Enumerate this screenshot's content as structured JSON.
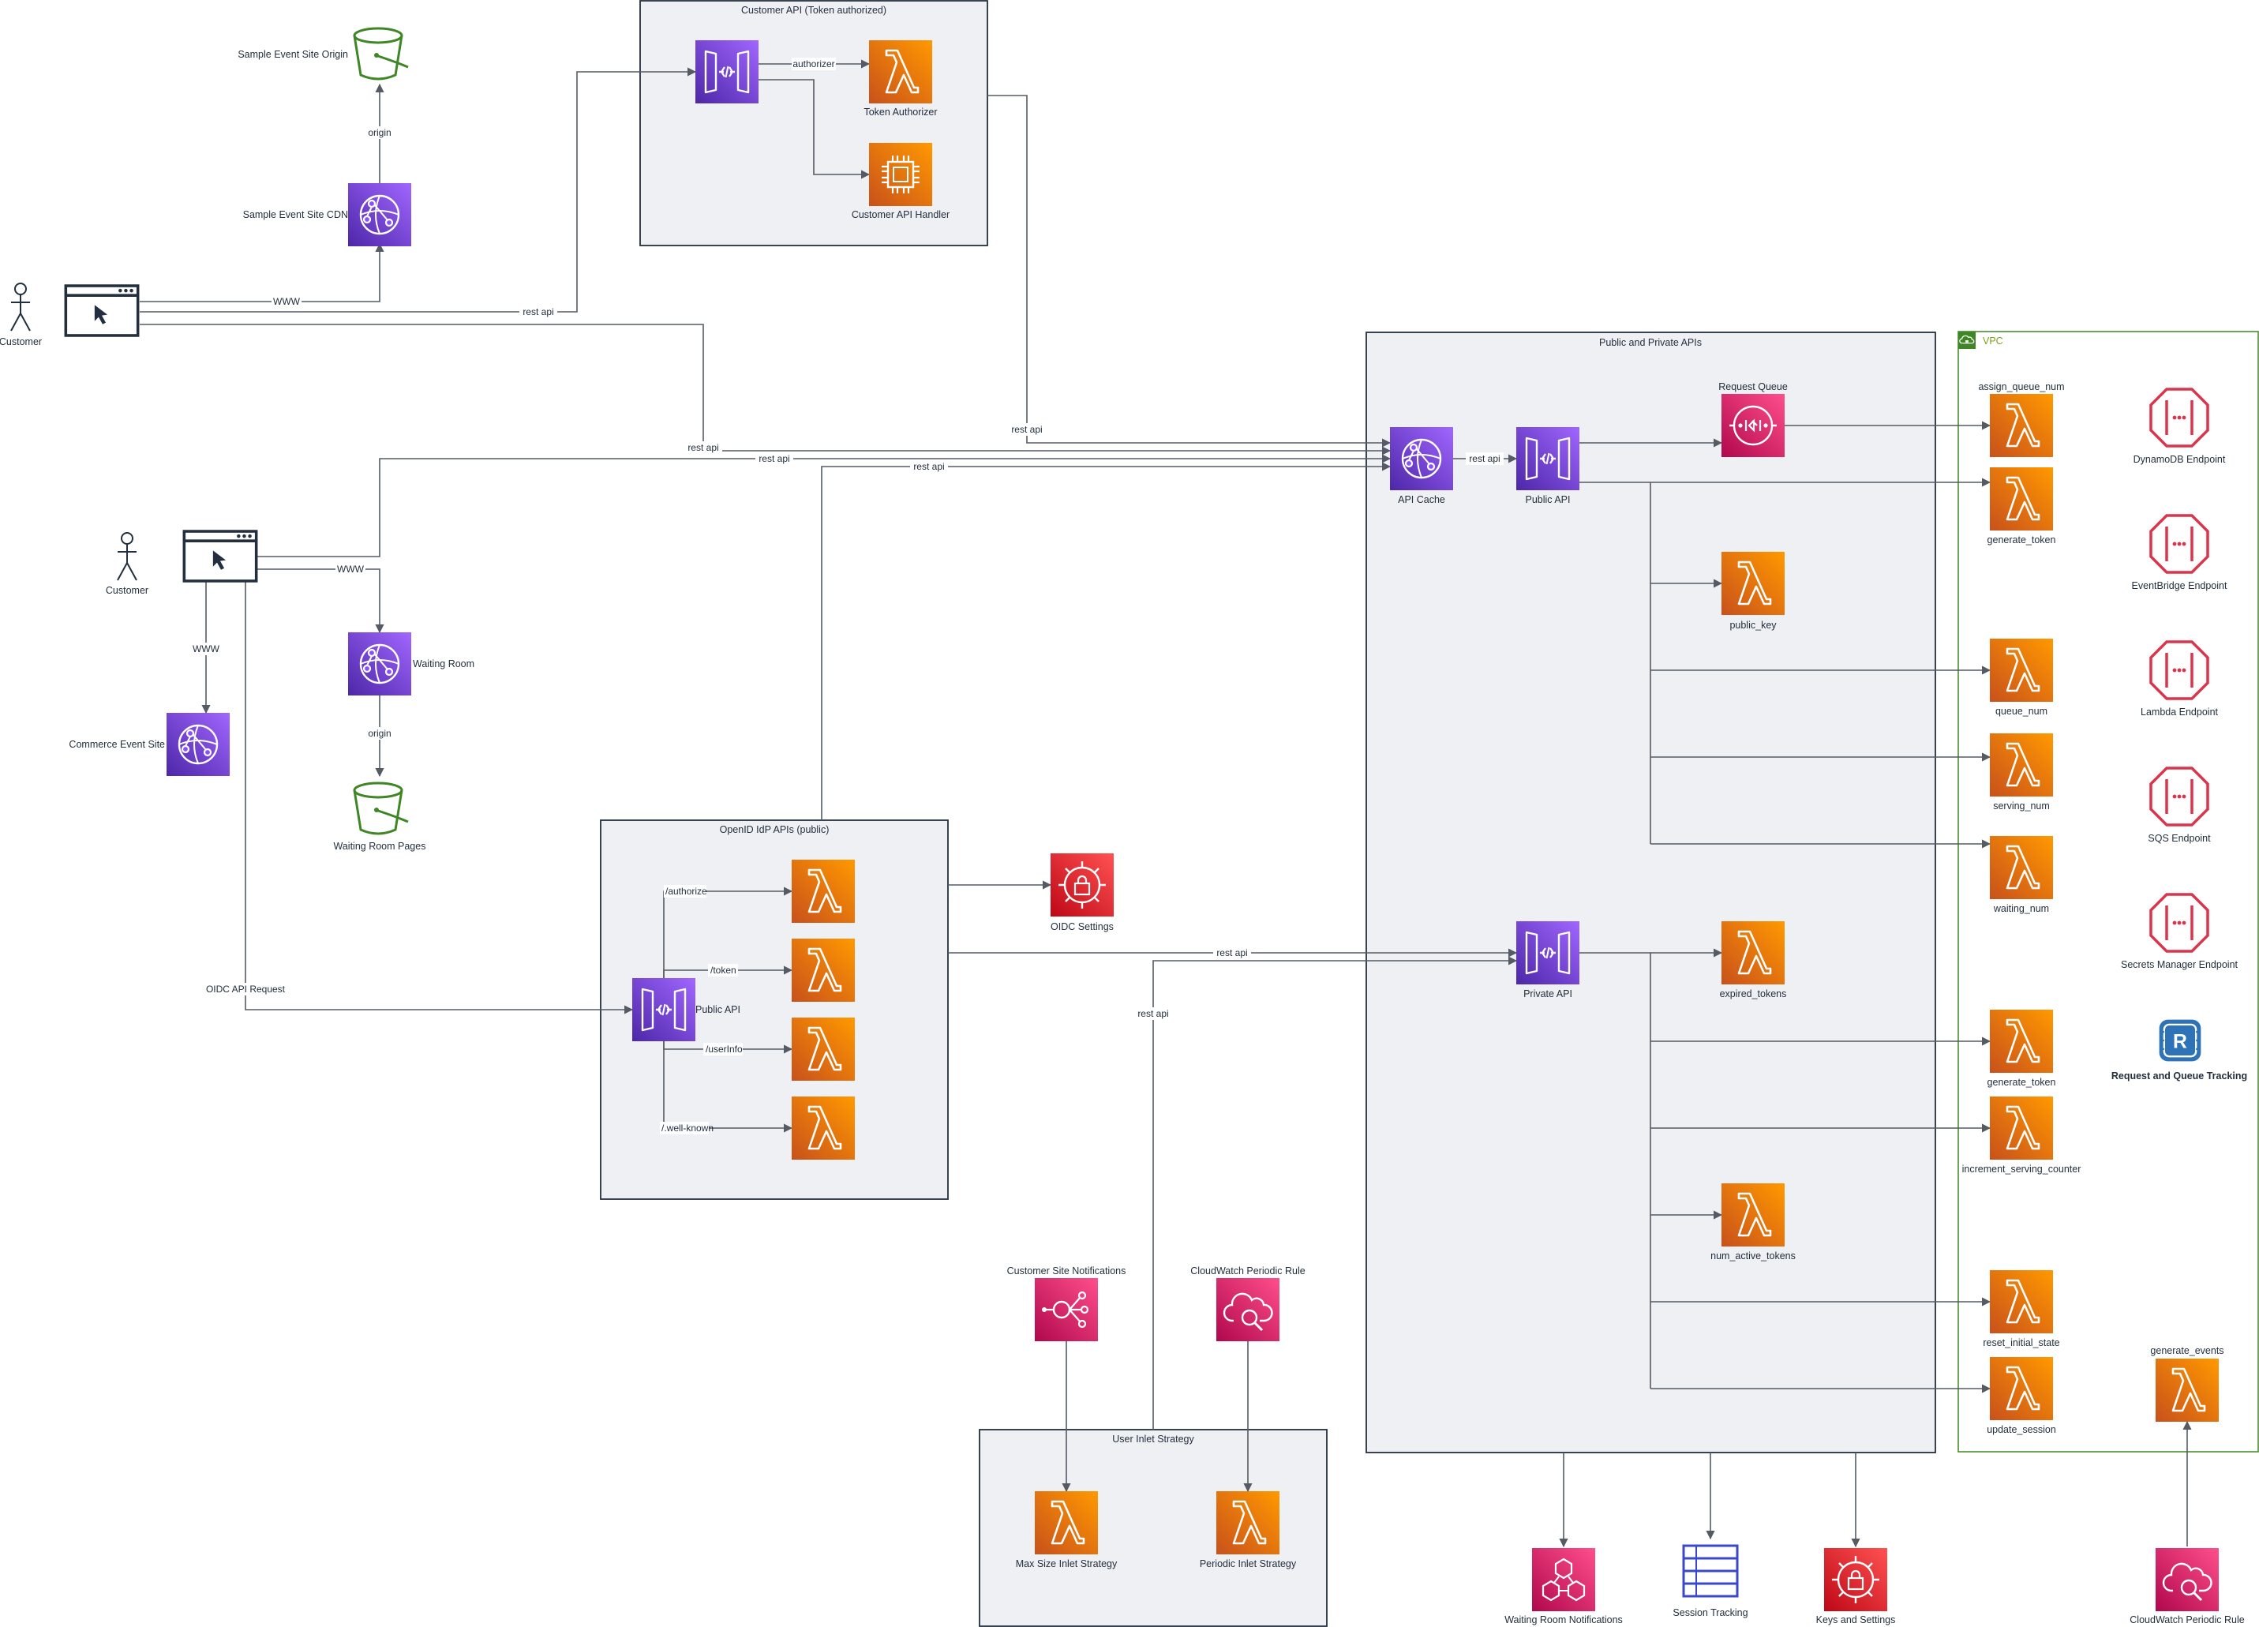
{
  "containers": {
    "customer_api": "Customer API (Token authorized)",
    "public_private": "Public and Private APIs",
    "vpc": "VPC",
    "openid": "OpenID IdP APIs (public)",
    "inlet": "User Inlet Strategy"
  },
  "nodes": {
    "site_origin": "Sample Event Site Origin",
    "site_cdn": "Sample Event Site CDN",
    "customer1": "Customer",
    "customer2": "Customer",
    "token_authorizer": "Token Authorizer",
    "customer_api_handler": "Customer API Handler",
    "waiting_room": "Waiting Room",
    "waiting_room_pages": "Waiting Room Pages",
    "commerce_event_site": "Commerce Event Site",
    "oidc_public_api": "Public API",
    "oidc_settings": "OIDC Settings",
    "api_cache": "API Cache",
    "public_api": "Public API",
    "private_api": "Private API",
    "request_queue": "Request Queue",
    "public_key": "public_key",
    "expired_tokens": "expired_tokens",
    "num_active_tokens": "num_active_tokens",
    "assign_queue_num": "assign_queue_num",
    "generate_token_1": "generate_token",
    "queue_num": "queue_num",
    "serving_num": "serving_num",
    "waiting_num": "waiting_num",
    "generate_token_2": "generate_token",
    "increment_serving_counter": "increment_serving_counter",
    "reset_initial_state": "reset_initial_state",
    "update_session": "update_session",
    "dynamodb_endpoint": "DynamoDB Endpoint",
    "eventbridge_endpoint": "EventBridge Endpoint",
    "lambda_endpoint": "Lambda Endpoint",
    "sqs_endpoint": "SQS Endpoint",
    "secrets_endpoint": "Secrets Manager Endpoint",
    "request_queue_tracking": "Request and Queue Tracking",
    "generate_events": "generate_events",
    "cw_rule_vpc": "CloudWatch Periodic Rule",
    "customer_site_notifications": "Customer Site Notifications",
    "cw_rule_inlet": "CloudWatch Periodic Rule",
    "max_size_inlet": "Max Size Inlet Strategy",
    "periodic_inlet": "Periodic Inlet Strategy",
    "waiting_room_notifications": "Waiting Room Notifications",
    "session_tracking": "Session Tracking",
    "keys_settings": "Keys and Settings"
  },
  "edges": {
    "origin_1": "origin",
    "www_1": "WWW",
    "rest_api_1": "rest api",
    "authorizer": "authorizer",
    "rest_api_2": "rest api",
    "rest_api_3": "rest api",
    "rest_api_4": "rest api",
    "rest_api_5": "rest api",
    "rest_api_6": "rest api",
    "www_2": "WWW",
    "www_3": "WWW",
    "origin_2": "origin",
    "oidc_request": "OIDC API Request",
    "authorize": "/authorize",
    "token": "/token",
    "userinfo": "/userInfo",
    "wellknown": "/.well-known",
    "rest_api_7": "rest api",
    "rest_api_8": "rest api"
  },
  "icons": {
    "s3": "s3-bucket-icon",
    "cloudfront": "cloudfront-icon",
    "api_gateway": "api-gateway-icon",
    "lambda": "lambda-icon",
    "ec2": "ec2-instance-icon",
    "sqs": "sqs-queue-icon",
    "secrets": "secrets-manager-icon",
    "cloudwatch": "cloudwatch-rule-icon",
    "sns": "sns-notification-icon",
    "eventbridge": "eventbridge-icon",
    "dynamodb": "dynamodb-table-icon",
    "endpoint": "vpc-endpoint-icon",
    "redis": "elasticache-redis-icon",
    "browser": "browser-window-icon",
    "user": "user-actor-icon"
  },
  "colors": {
    "compute": "#ed7100",
    "network": "#8c4fff",
    "integration": "#e7157b",
    "security": "#dd344c",
    "storage": "#3f8624",
    "database": "#3b48cc"
  }
}
